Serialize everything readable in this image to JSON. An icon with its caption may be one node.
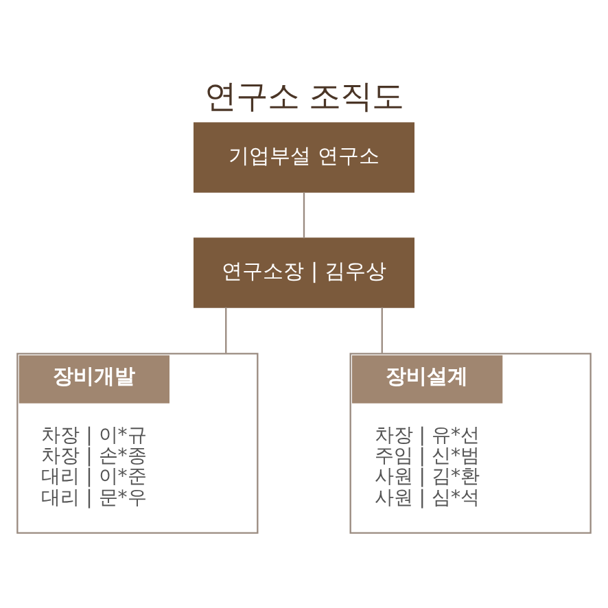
{
  "diagram": {
    "title": "연구소 조직도",
    "nodes": [
      {
        "text": [
          "기업부설 연구소"
        ]
      },
      {
        "text": [
          "연구소장 | 김우상"
        ]
      },
      {
        "text": [
          "장비개발",
          "차장 | 이*규",
          "차장 | 손*종",
          "대리 | 이*준",
          "대리 | 문*우"
        ]
      },
      {
        "text": [
          "장비설계",
          "차장 | 유*선",
          "주임 | 신*범",
          "사원 | 김*환",
          "사원 | 심*석"
        ]
      }
    ],
    "edges": [
      {
        "from": 0,
        "to": 1,
        "arrow": "none"
      },
      {
        "from": 1,
        "to": 2,
        "arrow": "none"
      },
      {
        "from": 1,
        "to": 3,
        "arrow": "none"
      }
    ]
  }
}
